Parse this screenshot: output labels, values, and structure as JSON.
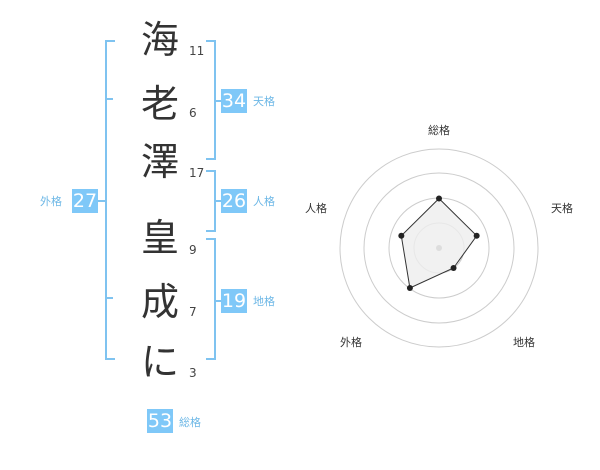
{
  "name": {
    "characters": [
      {
        "char": "海",
        "strokes": "11"
      },
      {
        "char": "老",
        "strokes": "6"
      },
      {
        "char": "澤",
        "strokes": "17"
      },
      {
        "char": "皇",
        "strokes": "9"
      },
      {
        "char": "成",
        "strokes": "7"
      },
      {
        "char": "に",
        "strokes": "3"
      }
    ]
  },
  "fortunes": {
    "tenkaku": {
      "value": "34",
      "label": "天格"
    },
    "jinkaku": {
      "value": "26",
      "label": "人格"
    },
    "chikaku": {
      "value": "19",
      "label": "地格"
    },
    "gaikaku": {
      "value": "27",
      "label": "外格"
    },
    "soukaku": {
      "value": "53",
      "label": "総格"
    }
  },
  "radar": {
    "axes": [
      "総格",
      "天格",
      "地格",
      "外格",
      "人格"
    ],
    "values": [
      0.5,
      0.4,
      0.25,
      0.5,
      0.4
    ],
    "colors": {
      "ring": "#cccccc",
      "fill": "#eeeeee",
      "line": "#333333",
      "point": "#222222",
      "center": "#dddddd"
    }
  }
}
